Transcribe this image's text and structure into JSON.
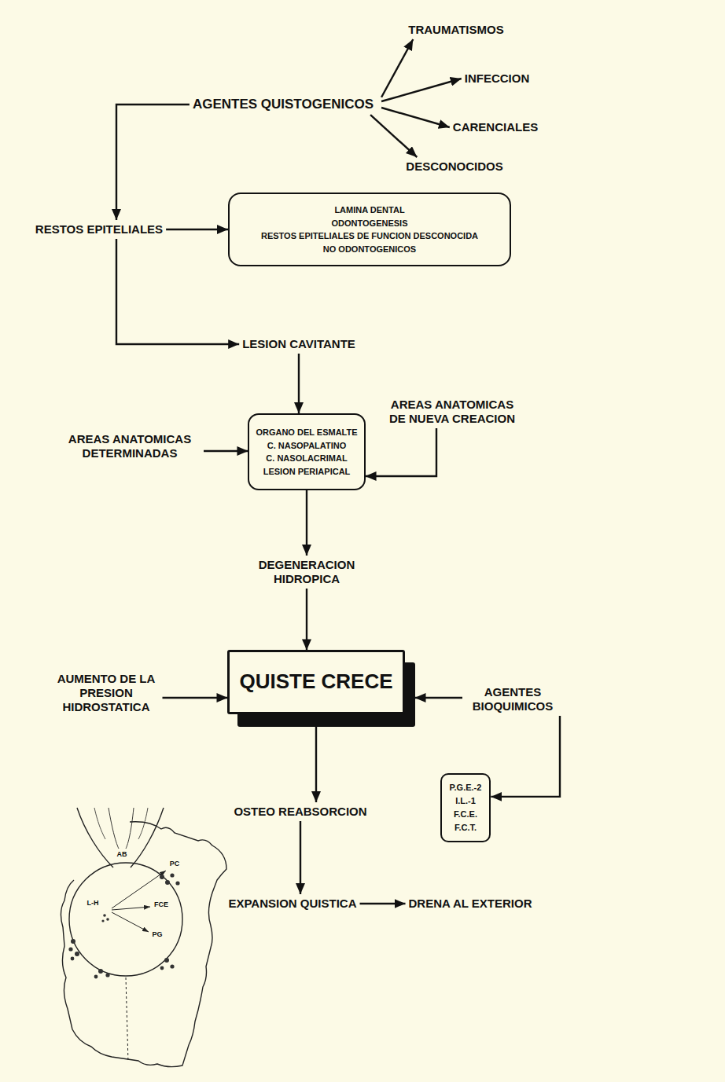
{
  "diagram": {
    "nodes": [
      {
        "text": [
          "TRAUMATISMOS"
        ]
      },
      {
        "text": [
          "AGENTES QUISTOGENICOS"
        ]
      },
      {
        "text": [
          "INFECCION"
        ]
      },
      {
        "text": [
          "CARENCIALES"
        ]
      },
      {
        "text": [
          "DESCONOCIDOS"
        ]
      },
      {
        "text": [
          "RESTOS EPITELIALES"
        ]
      },
      {
        "text": [
          "LAMINA DENTAL",
          "ODONTOGENESIS",
          "RESTOS EPITELIALES DE FUNCION DESCONOCIDA",
          "NO ODONTOGENICOS"
        ]
      },
      {
        "text": [
          "LESION CAVITANTE"
        ]
      },
      {
        "text": [
          "AREAS ANATOMICAS DE NUEVA CREACION"
        ]
      },
      {
        "text": [
          "AREAS ANATOMICAS DETERMINADAS"
        ]
      },
      {
        "text": [
          "ORGANO DEL ESMALTE",
          "C. NASOPALATINO",
          "C. NASOLACRIMAL",
          "LESION PERIAPICAL"
        ]
      },
      {
        "text": [
          "DEGENERACION HIDROPICA"
        ]
      },
      {
        "text": [
          "AUMENTO DE LA PRESION HIDROSTATICA"
        ]
      },
      {
        "text": [
          "QUISTE CRECE"
        ]
      },
      {
        "text": [
          "AGENTES BIOQUIMICOS"
        ]
      },
      {
        "text": [
          "P.G.E.-2",
          "I.L.-1",
          "F.C.E.",
          "F.C.T."
        ]
      },
      {
        "text": [
          "OSTEO REABSORCION"
        ]
      },
      {
        "text": [
          "EXPANSION QUISTICA"
        ]
      },
      {
        "text": [
          "DRENA AL EXTERIOR"
        ]
      }
    ],
    "edges": [
      {
        "from": 1,
        "to": 0,
        "arrow": "to"
      },
      {
        "from": 1,
        "to": 2,
        "arrow": "to"
      },
      {
        "from": 1,
        "to": 3,
        "arrow": "to"
      },
      {
        "from": 1,
        "to": 4,
        "arrow": "to"
      },
      {
        "from": 1,
        "to": 5,
        "arrow": "to"
      },
      {
        "from": 5,
        "to": 6,
        "arrow": "to"
      },
      {
        "from": 5,
        "to": 7,
        "arrow": "to"
      },
      {
        "from": 7,
        "to": 10,
        "arrow": "to"
      },
      {
        "from": 9,
        "to": 10,
        "arrow": "to"
      },
      {
        "from": 8,
        "to": 10,
        "arrow": "to"
      },
      {
        "from": 10,
        "to": 11,
        "arrow": "to"
      },
      {
        "from": 11,
        "to": 13,
        "arrow": "to"
      },
      {
        "from": 12,
        "to": 13,
        "arrow": "to"
      },
      {
        "from": 14,
        "to": 13,
        "arrow": "to"
      },
      {
        "from": 14,
        "to": 15,
        "arrow": "to"
      },
      {
        "from": 13,
        "to": 16,
        "arrow": "to"
      },
      {
        "from": 16,
        "to": 17,
        "arrow": "to"
      },
      {
        "from": 17,
        "to": 18,
        "arrow": "to"
      }
    ],
    "labels": [
      "AB",
      "L-H",
      "PC",
      "FCE",
      "PG"
    ]
  }
}
